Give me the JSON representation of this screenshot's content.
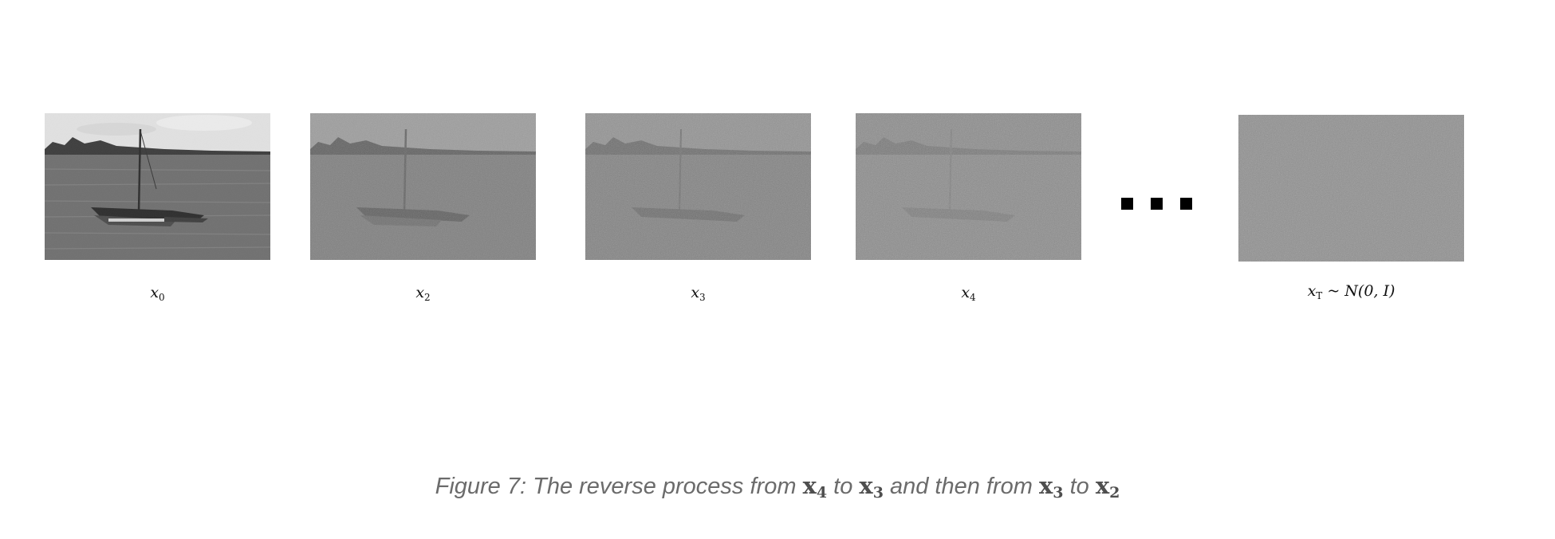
{
  "frames": [
    {
      "label_var": "x",
      "label_sub": "0",
      "label_suffix": "",
      "noise_level": 0.0
    },
    {
      "label_var": "x",
      "label_sub": "2",
      "label_suffix": "",
      "noise_level": 0.55
    },
    {
      "label_var": "x",
      "label_sub": "3",
      "label_suffix": "",
      "noise_level": 0.72
    },
    {
      "label_var": "x",
      "label_sub": "4",
      "label_suffix": "",
      "noise_level": 0.85
    },
    {
      "label_var": "x",
      "label_sub": "T",
      "label_suffix": " ~ N(0, I)",
      "noise_level": 1.0
    }
  ],
  "ellipsis": "...",
  "caption": {
    "prefix": "Figure 7: The reverse process from ",
    "v1": "x",
    "s1": "4",
    "mid1": " to ",
    "v2": "x",
    "s2": "3",
    "mid2": " and then from ",
    "v3": "x",
    "s3": "3",
    "mid3": " to ",
    "v4": "x",
    "s4": "2"
  }
}
